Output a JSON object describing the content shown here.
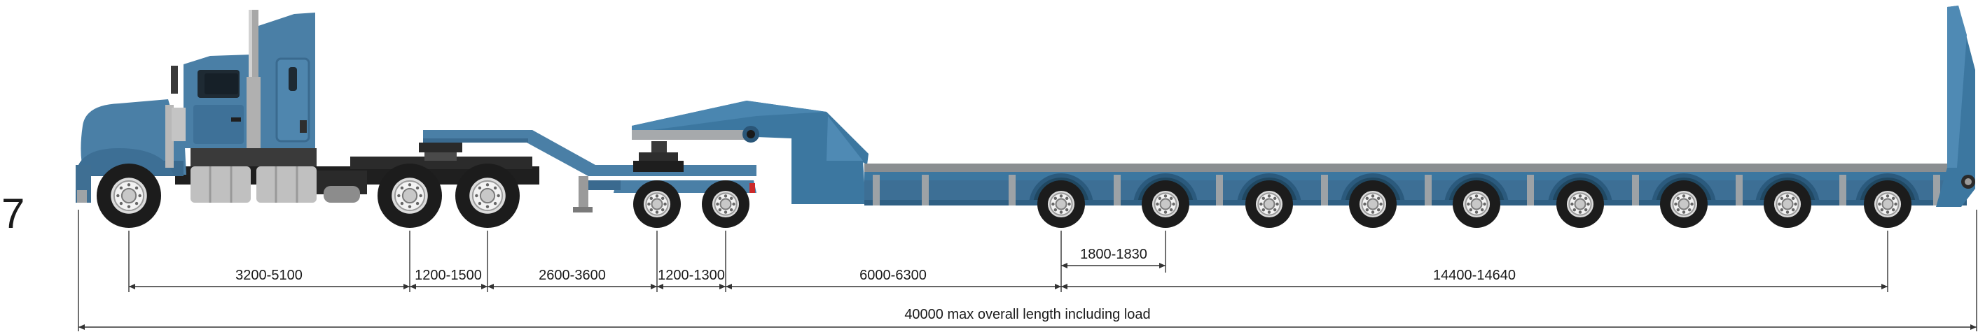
{
  "side_label": "7",
  "dimensions": {
    "axle_spacings": [
      {
        "label": "3200-5100"
      },
      {
        "label": "1200-1500"
      },
      {
        "label": "2600-3600"
      },
      {
        "label": "1200-1300"
      },
      {
        "label": "6000-6300"
      }
    ],
    "pair_spacing": {
      "label": "1800-1830"
    },
    "rear_group": {
      "label": "14400-14640"
    },
    "overall": {
      "label": "40000 max overall length including load"
    }
  },
  "colors": {
    "truck_blue": "#4a7fa6",
    "truck_blue_dark": "#2f5f83",
    "trailer_blue": "#3c77a0",
    "deck_gray": "#8a8e91",
    "tire": "#1c1c1c",
    "rim": "#dcdcdc",
    "chrome": "#b8b8b8",
    "dim_line": "#333333"
  },
  "icons": [
    "prime-mover-truck-icon",
    "dolly-icon",
    "low-loader-trailer-icon",
    "wheel-icon"
  ]
}
